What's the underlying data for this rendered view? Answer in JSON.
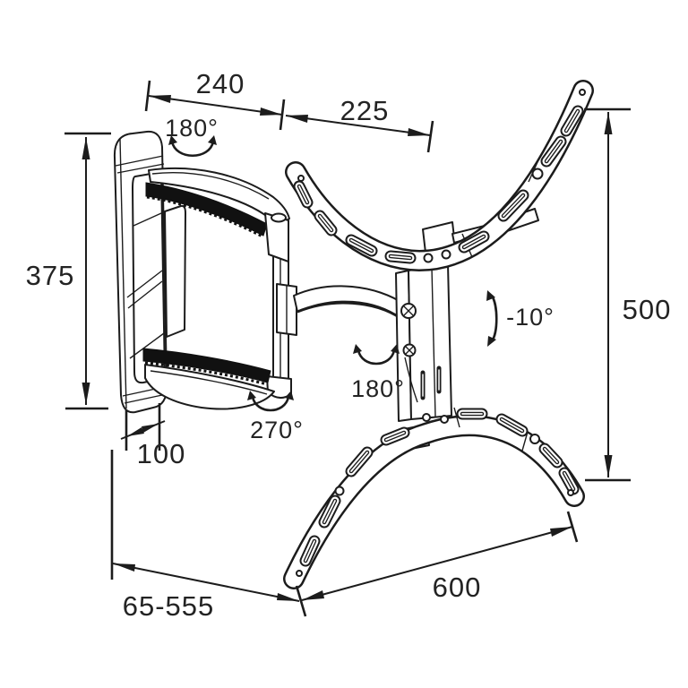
{
  "colors": {
    "ink": "#1c1c1c",
    "background": "#ffffff"
  },
  "annotations": {
    "dimensions": {
      "arm_section_1": "240",
      "arm_section_2": "225",
      "wall_plate_height": "375",
      "wall_plate_width": "100",
      "extension_range": "65-555",
      "bracket_span_horizontal": "600",
      "bracket_span_vertical": "500"
    },
    "angles": {
      "swivel_wall_joint": "180°",
      "swivel_monitor_joint": "180°",
      "swivel_elbow_joint": "270°",
      "tilt": "-10°"
    }
  }
}
